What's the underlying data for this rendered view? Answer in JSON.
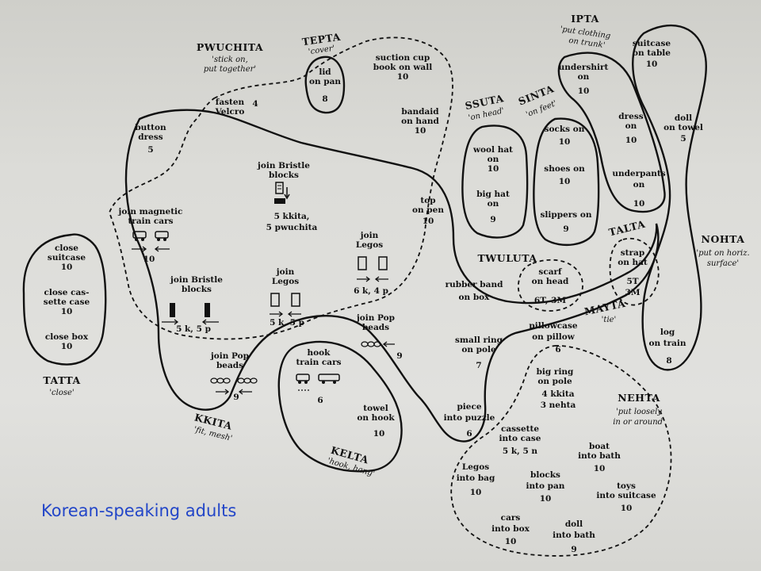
{
  "caption": "Korean-speaking adults",
  "categories": [
    {
      "key": "tatta",
      "name": "TATTA",
      "gloss": "'close'"
    },
    {
      "key": "pwuchita",
      "name": "PWUCHITA",
      "gloss": "'stick on,",
      "gloss2": "put together'"
    },
    {
      "key": "tepta",
      "name": "TEPTA",
      "gloss": "'cover'"
    },
    {
      "key": "ipta",
      "name": "IPTA",
      "gloss": "'put clothing",
      "gloss2": "on trunk'"
    },
    {
      "key": "ssuta",
      "name": "SSUTA",
      "gloss": "'on head'"
    },
    {
      "key": "sinta",
      "name": "SINTA",
      "gloss": "'on feet'"
    },
    {
      "key": "talta",
      "name": "TALTA"
    },
    {
      "key": "twuluta",
      "name": "TWULUTA"
    },
    {
      "key": "mayta",
      "name": "MAYTA",
      "gloss": "'tie'"
    },
    {
      "key": "nohta",
      "name": "NOHTA",
      "gloss": "'put on horiz.",
      "gloss2": "surface'"
    },
    {
      "key": "nehta",
      "name": "NEHTA",
      "gloss": "'put loosely",
      "gloss2": "in or around'"
    },
    {
      "key": "kkita",
      "name": "KKITA",
      "gloss": "'fit, mesh'"
    },
    {
      "key": "kelta",
      "name": "KELTA",
      "gloss": "'hook, hang'"
    }
  ],
  "items": {
    "close_suitcase": [
      "close",
      "suitcase",
      "10"
    ],
    "close_cassette": [
      "close cas-",
      "sette case",
      "10"
    ],
    "close_box": [
      "close box",
      "10"
    ],
    "fasten_velcro": [
      "fasten",
      "Velcro",
      "4"
    ],
    "button_dress": [
      "button",
      "dress",
      "5"
    ],
    "lid_on_pan": [
      "lid",
      "on pan",
      "8"
    ],
    "suction_cup": [
      "suction cup",
      "book on wall",
      "10"
    ],
    "bandaid": [
      "bandaid",
      "on hand",
      "10"
    ],
    "top_on_pen": [
      "top",
      "on pen",
      "10"
    ],
    "join_bristle_top": [
      "join Bristle",
      "blocks",
      "5 kkita,",
      "5 pwuchita"
    ],
    "join_magnetic": [
      "join magnetic",
      "train cars",
      "10"
    ],
    "join_legos_right": [
      "join",
      "Legos",
      "6 k, 4 p"
    ],
    "join_legos_mid": [
      "join",
      "Legos",
      "5 k, 5 p"
    ],
    "join_bristle_bottom": [
      "join Bristle",
      "blocks",
      "5 k, 5 p"
    ],
    "join_pop_right": [
      "join Pop",
      "beads",
      "9"
    ],
    "join_pop_left": [
      "join Pop",
      "beads",
      "9"
    ],
    "hook_train": [
      "hook",
      "train cars",
      "6"
    ],
    "towel_hook": [
      "towel",
      "on hook",
      "10"
    ],
    "wool_hat": [
      "wool hat",
      "on",
      "10"
    ],
    "big_hat": [
      "big hat",
      "on",
      "9"
    ],
    "socks": [
      "socks on",
      "10"
    ],
    "shoes": [
      "shoes on",
      "10"
    ],
    "slippers": [
      "slippers on",
      "9"
    ],
    "undershirt": [
      "undershirt",
      "on",
      "10"
    ],
    "dress_on": [
      "dress",
      "on",
      "10"
    ],
    "underpants": [
      "underpants",
      "on",
      "10"
    ],
    "suitcase_table": [
      "suitcase",
      "on table",
      "10"
    ],
    "doll_towel": [
      "doll",
      "on towel",
      "5"
    ],
    "strap_hat": [
      "strap",
      "on hat",
      "5T",
      "3M"
    ],
    "scarf_head": [
      "scarf",
      "on head",
      "6T, 3M"
    ],
    "rubber_band": [
      "rubber band",
      "on box"
    ],
    "small_ring": [
      "small ring",
      "on pole",
      "7"
    ],
    "pillowcase": [
      "pillowcase",
      "on pillow",
      "6"
    ],
    "log_train": [
      "log",
      "on train",
      "8"
    ],
    "big_ring": [
      "big ring",
      "on pole",
      "4 kkita",
      "3 nehta"
    ],
    "piece_puzzle": [
      "piece",
      "into puzzle",
      "6"
    ],
    "cassette_case": [
      "cassette",
      "into case",
      "5 k, 5 n"
    ],
    "boat_bath": [
      "boat",
      "into bath",
      "10"
    ],
    "toys_suitcase": [
      "toys",
      "into suitcase",
      "10"
    ],
    "legos_bag": [
      "Legos",
      "into bag",
      "10"
    ],
    "blocks_pan": [
      "blocks",
      "into pan",
      "10"
    ],
    "cars_box": [
      "cars",
      "into box",
      "10"
    ],
    "doll_bath": [
      "doll",
      "into bath",
      "9"
    ]
  }
}
